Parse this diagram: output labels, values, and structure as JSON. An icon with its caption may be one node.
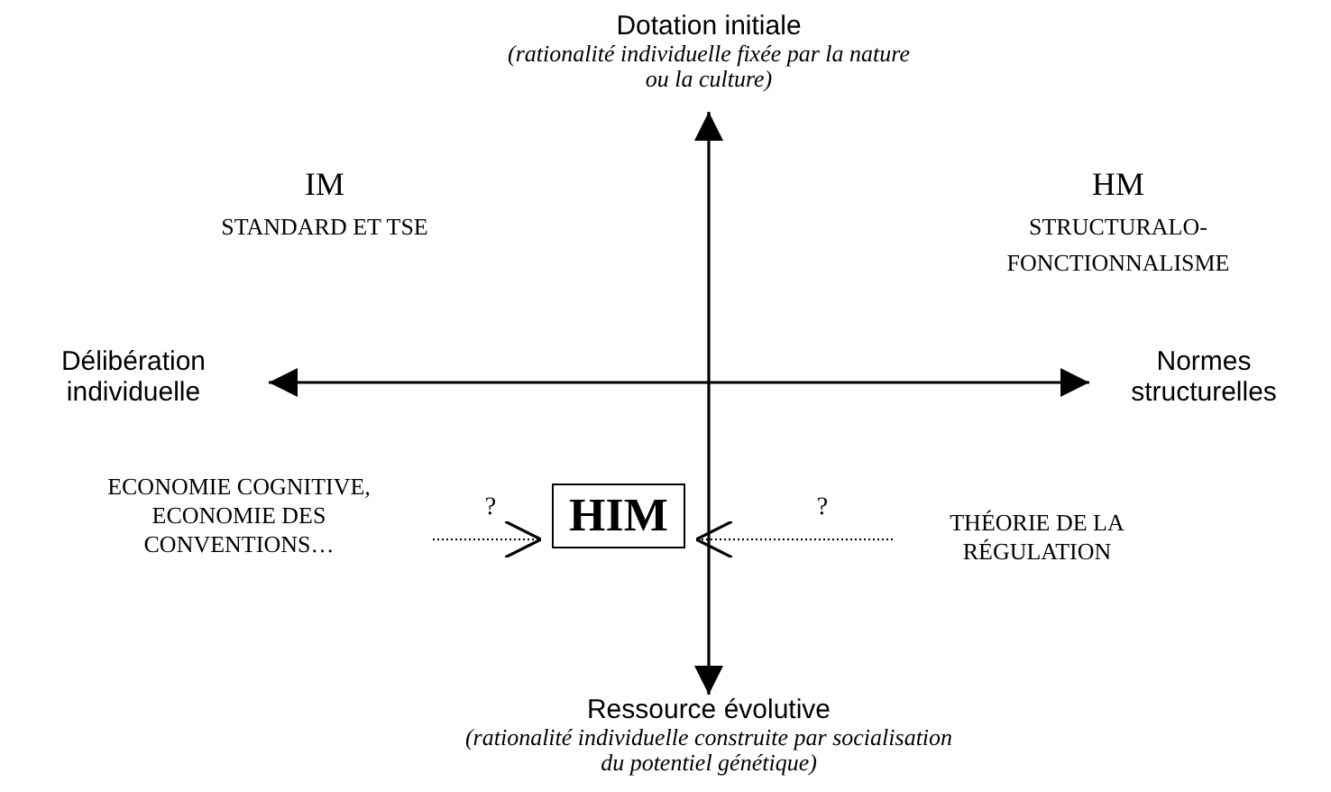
{
  "diagram": {
    "nodes": [
      {
        "text": [
          "Dotation initiale",
          "(rationalité individuelle fixée par la nature ou la culture)"
        ]
      },
      {
        "text": [
          "Ressource évolutive",
          "(rationalité individuelle construite par socialisation du potentiel génétique)"
        ]
      },
      {
        "text": [
          "Délibération individuelle"
        ]
      },
      {
        "text": [
          "Normes structurelles"
        ]
      },
      {
        "text": [
          "HIM"
        ]
      },
      {
        "text": [
          "ECONOMIE COGNITIVE, ECONOMIE DES CONVENTIONS…"
        ]
      },
      {
        "text": [
          "THÉORIE DE LA RÉGULATION"
        ]
      }
    ],
    "edges": [
      {
        "from": 1,
        "to": 0,
        "arrow": "both"
      },
      {
        "from": 2,
        "to": 3,
        "arrow": "both"
      },
      {
        "from": 5,
        "to": 4,
        "arrow": "to",
        "label": "?",
        "style": "dashed"
      },
      {
        "from": 6,
        "to": 4,
        "arrow": "to",
        "label": "?",
        "style": "dashed"
      }
    ],
    "labels": [
      "IM",
      "STANDARD ET TSE",
      "HM",
      "STRUCTURALO- FONCTIONNALISME"
    ]
  }
}
